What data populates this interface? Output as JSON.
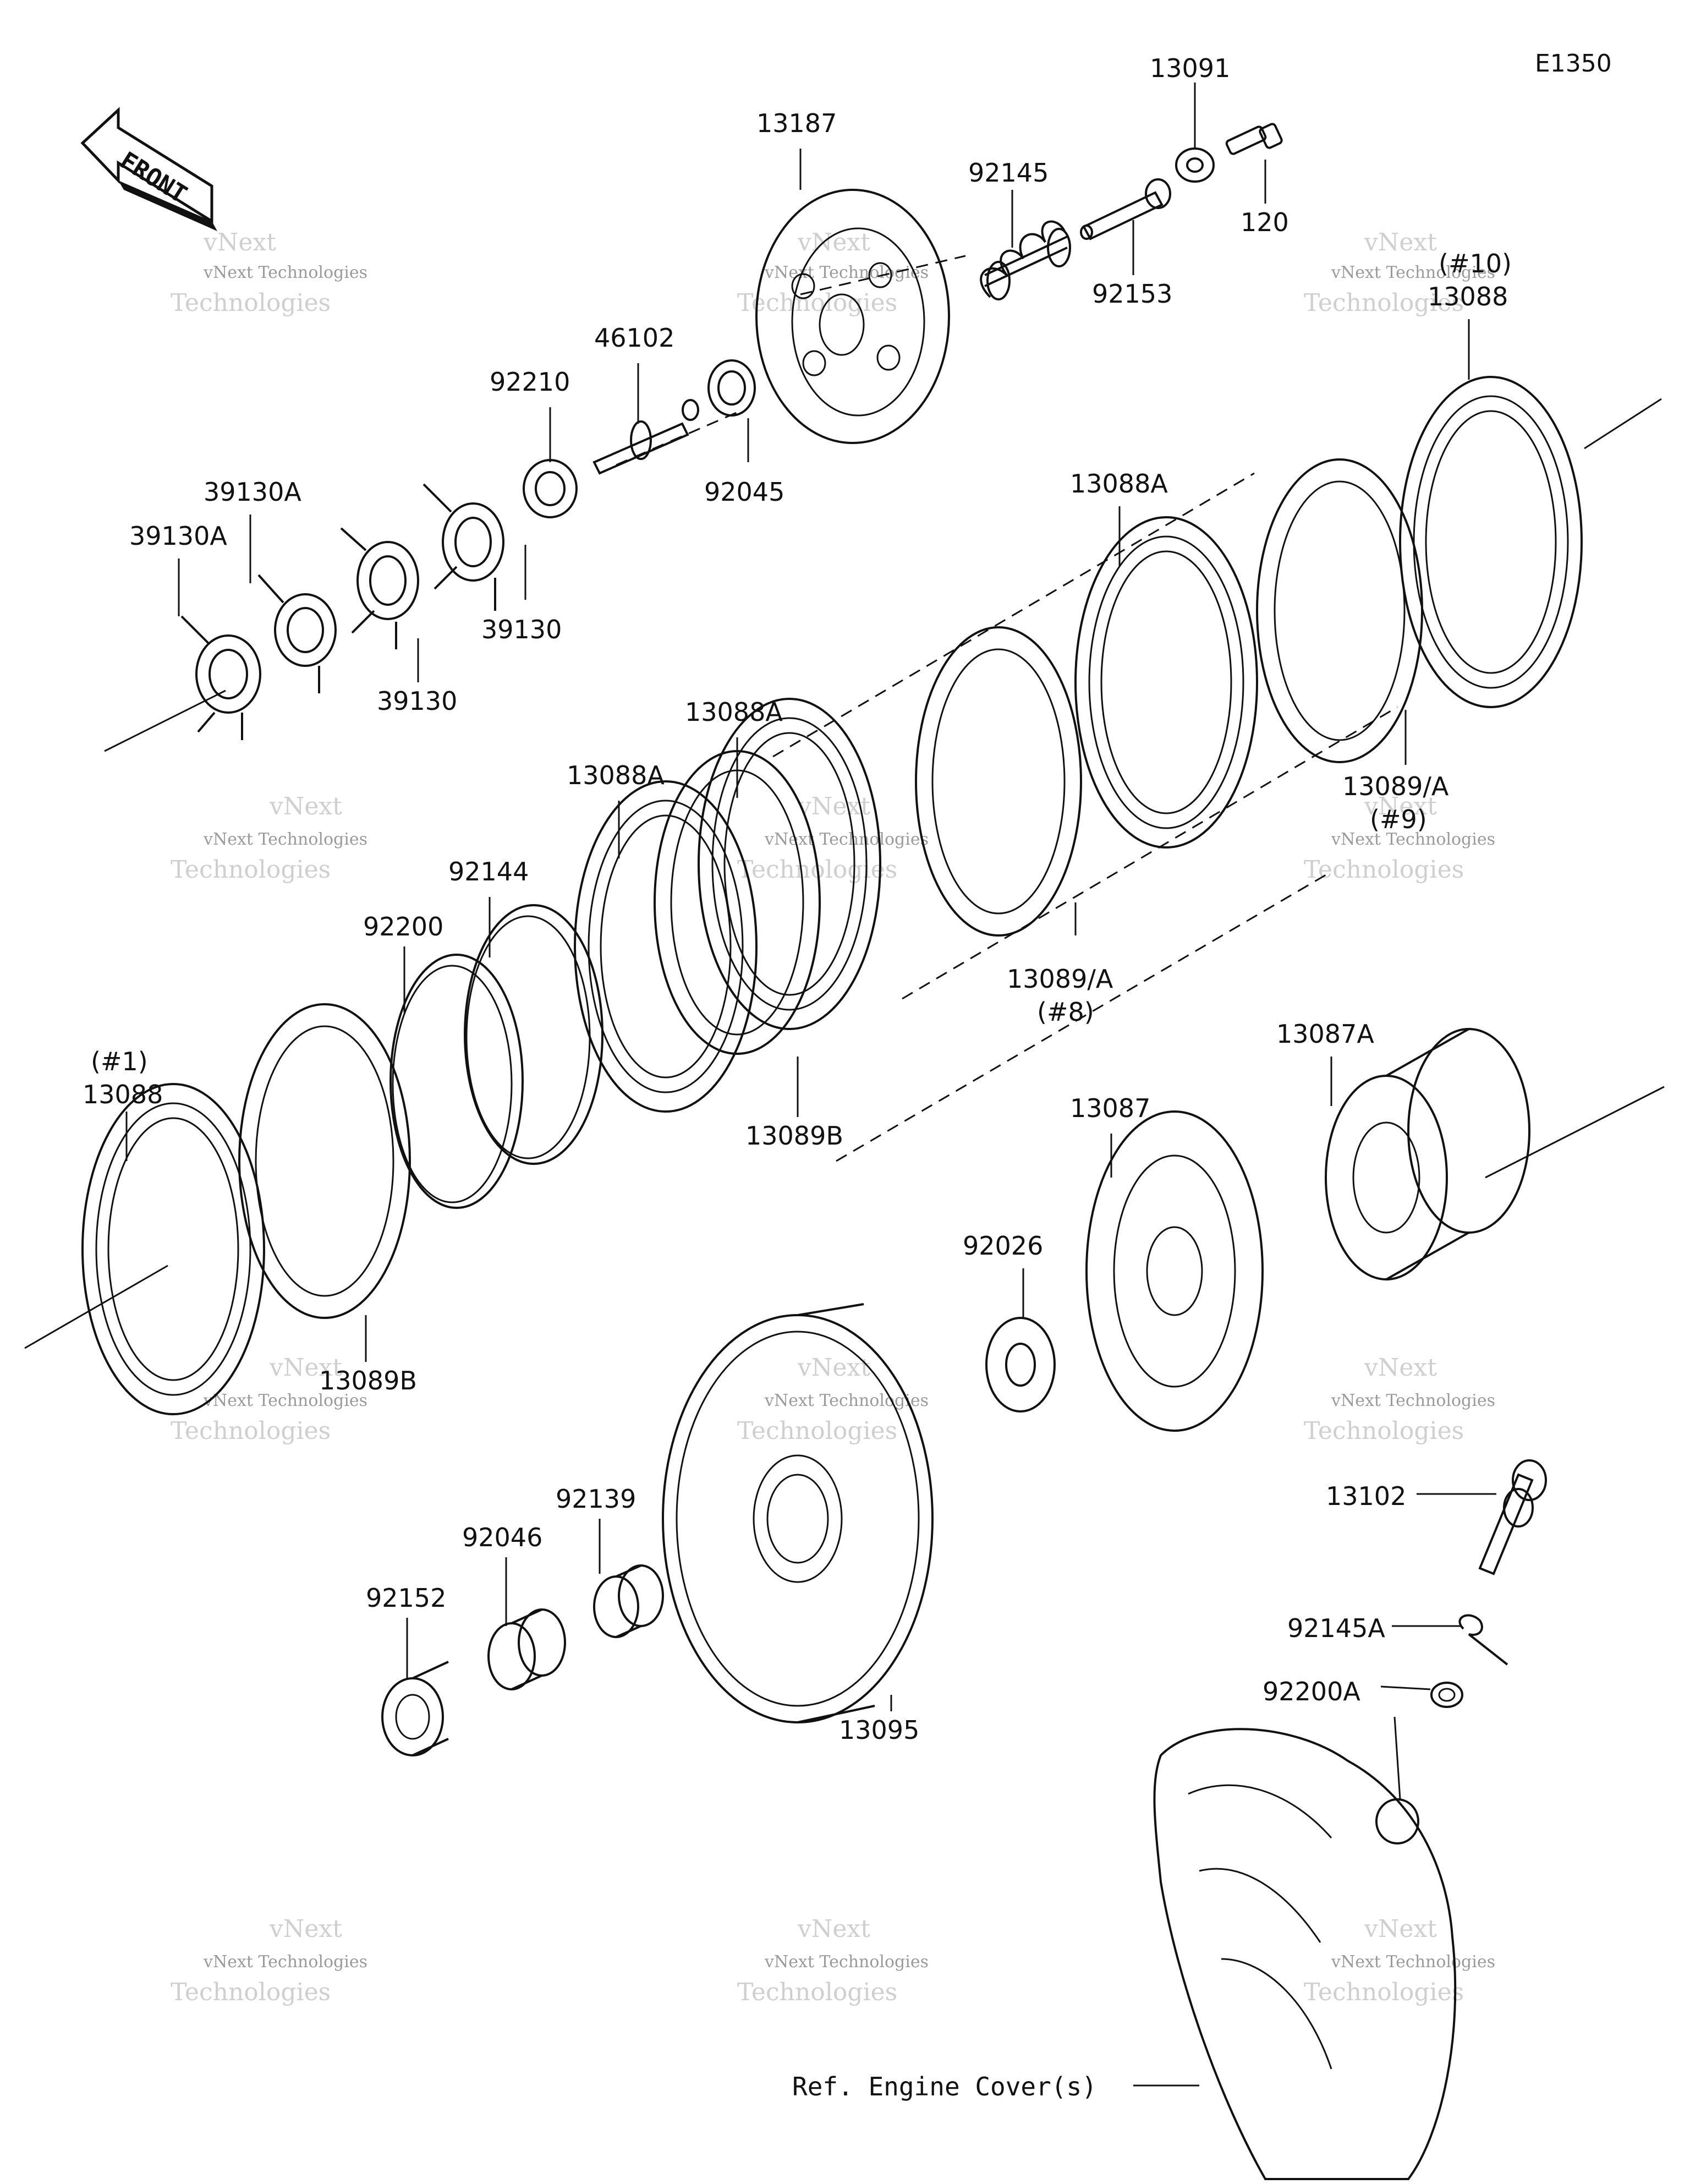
{
  "diagram_code": "E1350",
  "front_label": "FRONT",
  "watermark": {
    "line1": "vNext Technologies",
    "line2": "Technologies",
    "line3": "vNext"
  },
  "reference_label": "Ref. Engine Cover(s)",
  "parts": [
    {
      "id": "13091",
      "label": "13091"
    },
    {
      "id": "120",
      "label": "120"
    },
    {
      "id": "13187",
      "label": "13187"
    },
    {
      "id": "92145",
      "label": "92145"
    },
    {
      "id": "92153",
      "label": "92153"
    },
    {
      "id": "46102",
      "label": "46102"
    },
    {
      "id": "92210",
      "label": "92210"
    },
    {
      "id": "92045",
      "label": "92045"
    },
    {
      "id": "39130A-top",
      "label": "39130A"
    },
    {
      "id": "39130A-left",
      "label": "39130A"
    },
    {
      "id": "39130-right",
      "label": "39130"
    },
    {
      "id": "39130-mid",
      "label": "39130"
    },
    {
      "id": "13088-10",
      "label": "13088",
      "note": "(#10)"
    },
    {
      "id": "13088A-top",
      "label": "13088A"
    },
    {
      "id": "13089A-9",
      "label": "13089/A",
      "note": "(#9)"
    },
    {
      "id": "13088A-mid",
      "label": "13088A"
    },
    {
      "id": "13088A-left",
      "label": "13088A"
    },
    {
      "id": "92144",
      "label": "92144"
    },
    {
      "id": "92200",
      "label": "92200"
    },
    {
      "id": "13089A-8",
      "label": "13089/A",
      "note": "(#8)"
    },
    {
      "id": "13089B-mid",
      "label": "13089B"
    },
    {
      "id": "13088-1",
      "label": "13088",
      "note": "(#1)"
    },
    {
      "id": "13089B-left",
      "label": "13089B"
    },
    {
      "id": "13087A",
      "label": "13087A"
    },
    {
      "id": "13087",
      "label": "13087"
    },
    {
      "id": "92026",
      "label": "92026"
    },
    {
      "id": "13102",
      "label": "13102"
    },
    {
      "id": "92145A",
      "label": "92145A"
    },
    {
      "id": "92200A",
      "label": "92200A"
    },
    {
      "id": "92139",
      "label": "92139"
    },
    {
      "id": "92046",
      "label": "92046"
    },
    {
      "id": "92152",
      "label": "92152"
    },
    {
      "id": "13095",
      "label": "13095"
    }
  ]
}
